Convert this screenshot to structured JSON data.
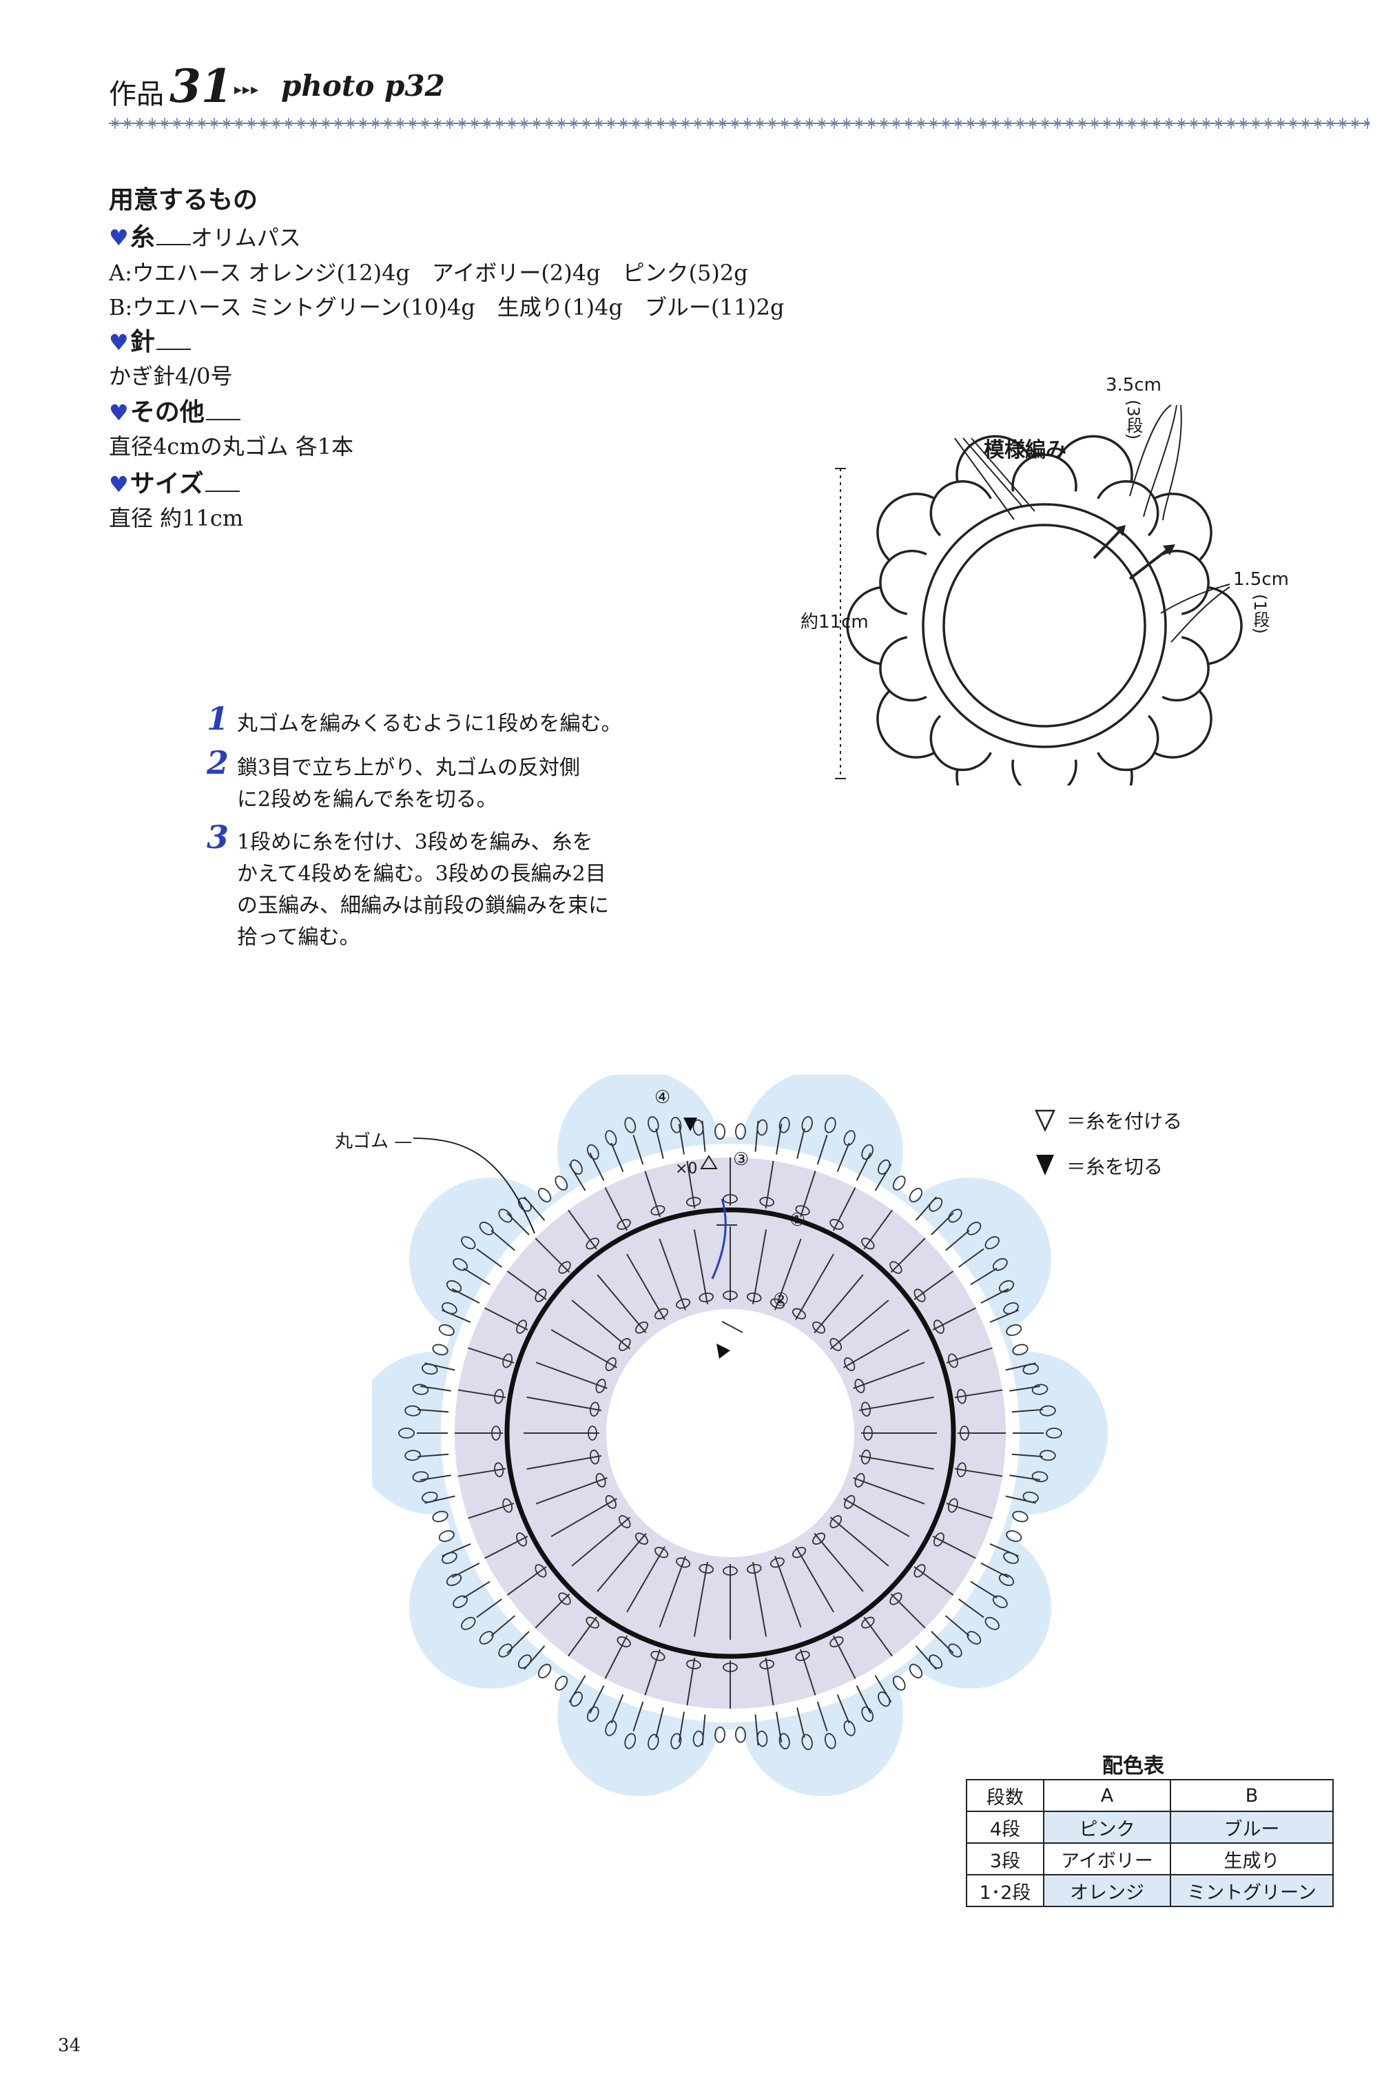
{
  "header": {
    "sakuhin": "作品",
    "number": "31",
    "arrows": "▸▸▸",
    "photo": "photo p32"
  },
  "materials": {
    "title": "用意するもの",
    "yarn_heading": "糸",
    "yarn_brand": "オリムパス",
    "yarn_a": "A:ウエハース オレンジ(12)4g　アイボリー(2)4g　ピンク(5)2g",
    "yarn_b": "B:ウエハース ミントグリーン(10)4g　生成り(1)4g　ブルー(11)2g",
    "needle_heading": "針",
    "needle": "かぎ針4/0号",
    "other_heading": "その他",
    "other": "直径4cmの丸ゴム 各1本",
    "size_heading": "サイズ",
    "size": "直径 約11cm"
  },
  "schematic": {
    "label_pattern": "模様編み",
    "label_35": "3.5cm",
    "label_3dan": "(3段)",
    "label_15": "1.5cm",
    "label_1dan": "(1段)",
    "label_diameter": "約11cm"
  },
  "steps": [
    {
      "num": "1",
      "lines": [
        "丸ゴムを編みくるむように1段めを編む。"
      ]
    },
    {
      "num": "2",
      "lines": [
        "鎖3目で立ち上がり、丸ゴムの反対側",
        "に2段めを編んで糸を切る。"
      ]
    },
    {
      "num": "3",
      "lines": [
        "1段めに糸を付け、3段めを編み、糸を",
        "かえて4段めを編む。3段めの長編み2目",
        "の玉編み、細編みは前段の鎖編みを束に",
        "拾って編む。"
      ]
    }
  ],
  "chart": {
    "label_gomu": "丸ゴム",
    "row1": "①",
    "row2": "②",
    "row3": "③",
    "row4": "④",
    "x0": "×0"
  },
  "legend": {
    "attach": "＝糸を付ける",
    "cut": "＝糸を切る"
  },
  "color_table": {
    "title": "配色表",
    "header": [
      "段数",
      "A",
      "B"
    ],
    "rows": [
      [
        "4段",
        "ピンク",
        "ブルー"
      ],
      [
        "3段",
        "アイボリー",
        "生成り"
      ],
      [
        "1･2段",
        "オレンジ",
        "ミントグリーン"
      ]
    ]
  },
  "page_number": "34",
  "colors": {
    "accent_blue": "#2a3fbf",
    "shade_outer": "#d8eaf7",
    "shade_inner": "#dcdcec"
  }
}
